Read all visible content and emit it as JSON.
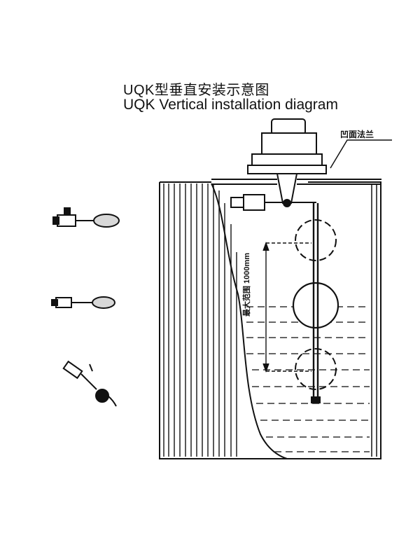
{
  "title": {
    "cn": "UQK型垂直安装示意图",
    "en": "UQK Vertical installation diagram"
  },
  "callouts": {
    "flange": "凹面法兰",
    "range": "最大范围 1000mm"
  },
  "small_figures": [
    "horizontal-float-switch",
    "angled-float-switch",
    "tilted-float-switch"
  ],
  "colors": {
    "ink": "#111111",
    "liquid_line": "#333333",
    "background": "#ffffff"
  }
}
